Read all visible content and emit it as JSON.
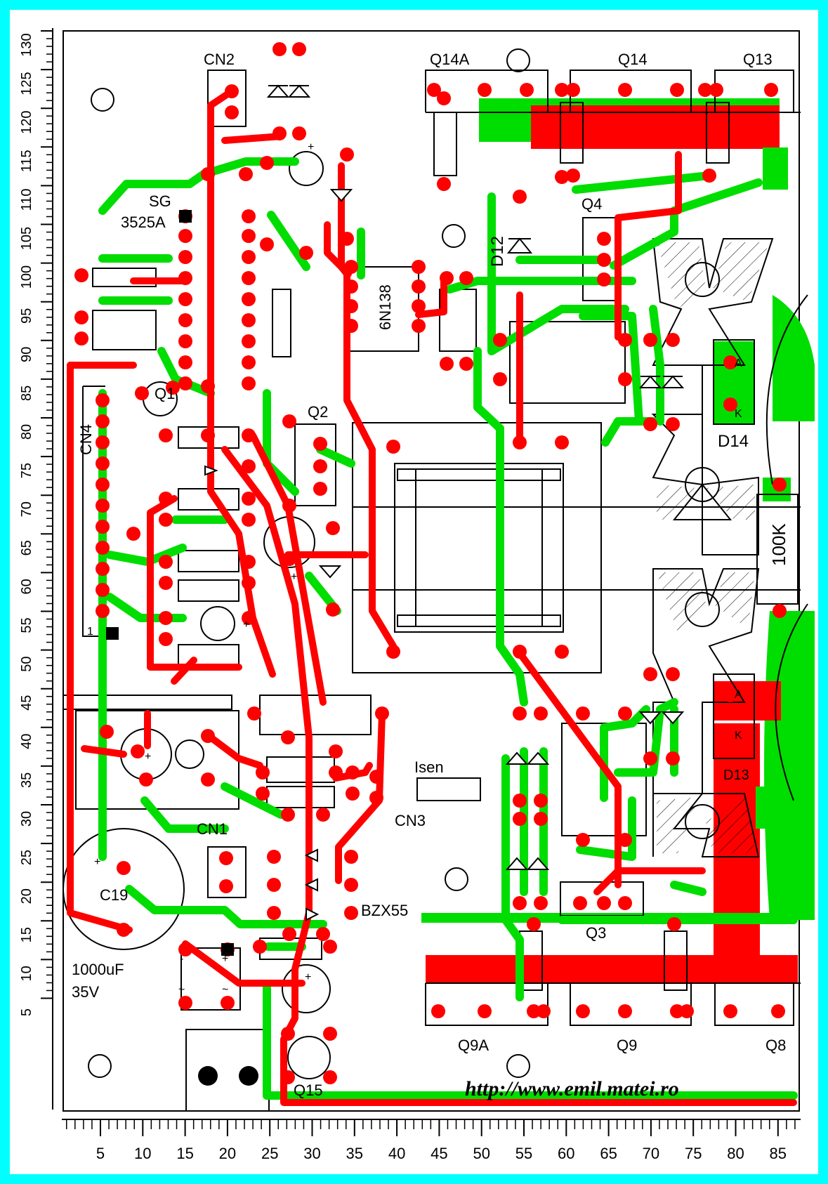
{
  "labels": {
    "cn2": "CN2",
    "q14a": "Q14A",
    "q14": "Q14",
    "q13": "Q13",
    "sg": "SG",
    "ic_3525a": "3525A",
    "q4": "Q4",
    "d12": "D12",
    "opto_6n138": "6N138",
    "q1": "Q1",
    "cn4": "CN4",
    "q2": "Q2",
    "anode": "A",
    "cathode": "K",
    "d14": "D14",
    "r_100k": "100K",
    "d13": "D13",
    "isen": "Isen",
    "cn3": "CN3",
    "cn1": "CN1",
    "c19": "C19",
    "bzx55": "BZX55",
    "q3": "Q3",
    "cap_value": "1000uF",
    "cap_voltage": "35V",
    "q9a": "Q9A",
    "q9": "Q9",
    "q8": "Q8",
    "q15": "Q15",
    "pin1": "1",
    "plus": "+",
    "minus": "-",
    "tilde": "~"
  },
  "url": "http://www.emil.matei.ro",
  "y_axis": {
    "labels": [
      "130",
      "125",
      "120",
      "115",
      "110",
      "105",
      "100",
      "95",
      "90",
      "85",
      "80",
      "75",
      "70",
      "65",
      "60",
      "55",
      "50",
      "45",
      "40",
      "35",
      "30",
      "25",
      "20",
      "15",
      "10",
      "5"
    ]
  },
  "x_axis": {
    "labels": [
      "5",
      "10",
      "15",
      "20",
      "25",
      "30",
      "35",
      "40",
      "45",
      "50",
      "55",
      "60",
      "65",
      "70",
      "75",
      "80",
      "85"
    ]
  },
  "colors": {
    "background": "#00ffff",
    "top_copper": "#00dd00",
    "bottom_copper": "#ff0000",
    "silkscreen": "#000000"
  }
}
